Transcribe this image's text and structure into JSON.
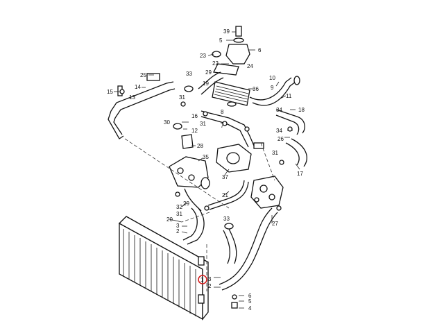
{
  "diagram": {
    "callouts": [
      "1",
      "2",
      "3",
      "4",
      "5",
      "6",
      "7",
      "8",
      "9",
      "10",
      "11",
      "12",
      "13",
      "14",
      "15",
      "16",
      "17",
      "18",
      "19",
      "20",
      "21",
      "22",
      "23",
      "24",
      "25",
      "26",
      "27",
      "28",
      "29",
      "30",
      "31",
      "32",
      "33",
      "34",
      "35",
      "36",
      "37",
      "39"
    ],
    "highlighted_callout": "1",
    "highlight_color": "#d32020"
  },
  "labels": {
    "l39": "39",
    "l5a": "5",
    "l6a": "6",
    "l23": "23",
    "l22": "22",
    "l24": "24",
    "l25": "25",
    "l33a": "33",
    "l29a": "29",
    "l19": "19",
    "l36": "36",
    "l10": "10",
    "l9": "9",
    "l11": "11",
    "l15": "15",
    "l14": "14",
    "l13": "13",
    "l31a": "31",
    "l16": "16",
    "l30": "30",
    "l12": "12",
    "l31b": "31",
    "l8": "8",
    "l7": "7",
    "l34a": "34",
    "l18": "18",
    "l34b": "34",
    "l26": "26",
    "l31c": "31",
    "l17": "17",
    "l28": "28",
    "l35": "35",
    "l37": "37",
    "l21": "21",
    "l29b": "29",
    "l32a": "32",
    "l31d": "31",
    "l20": "20",
    "l3a": "3",
    "l2a": "2",
    "l33b": "33",
    "l27": "27",
    "l1": "1",
    "l3b": "3",
    "l2b": "2",
    "l6b": "6",
    "l5b": "5",
    "l4": "4"
  }
}
